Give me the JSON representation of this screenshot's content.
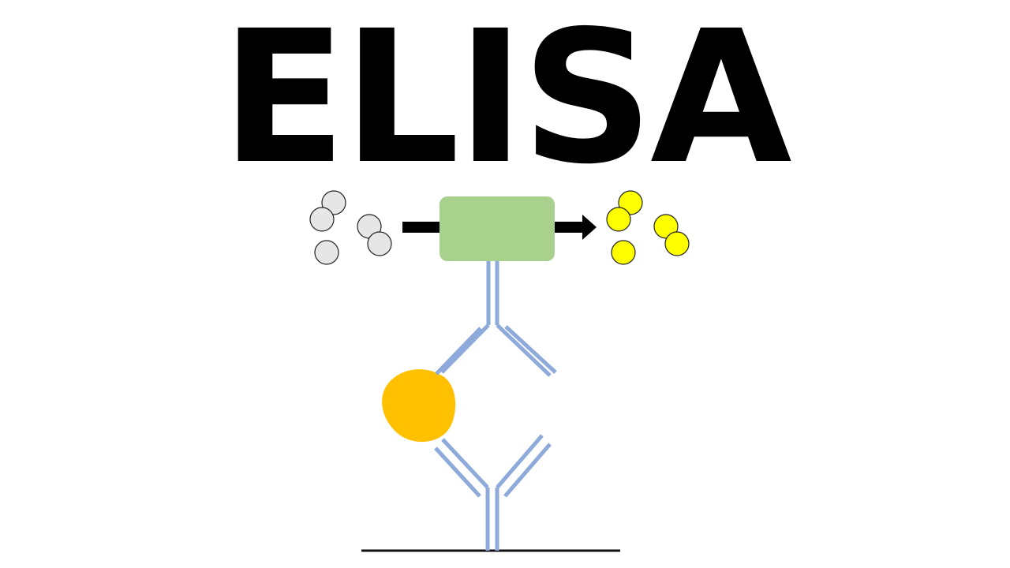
{
  "title": "ELISA",
  "colors": {
    "text": "#000000",
    "background": "#ffffff",
    "substrate": "#e6e6e6",
    "product": "#ffff00",
    "enzyme": "#a8d18d",
    "antibody": "#8eaadb",
    "antigen": "#ffc000",
    "arrow": "#000000",
    "surface": "#111111"
  },
  "icons": {
    "substrate_molecules": "grey-circle-icon",
    "product_molecules": "yellow-circle-icon",
    "enzyme": "green-rounded-rectangle",
    "detection_antibody": "inverted-y-antibody",
    "capture_antibody": "y-antibody",
    "antigen": "orange-blob",
    "reaction_arrow": "right-arrow-icon"
  }
}
